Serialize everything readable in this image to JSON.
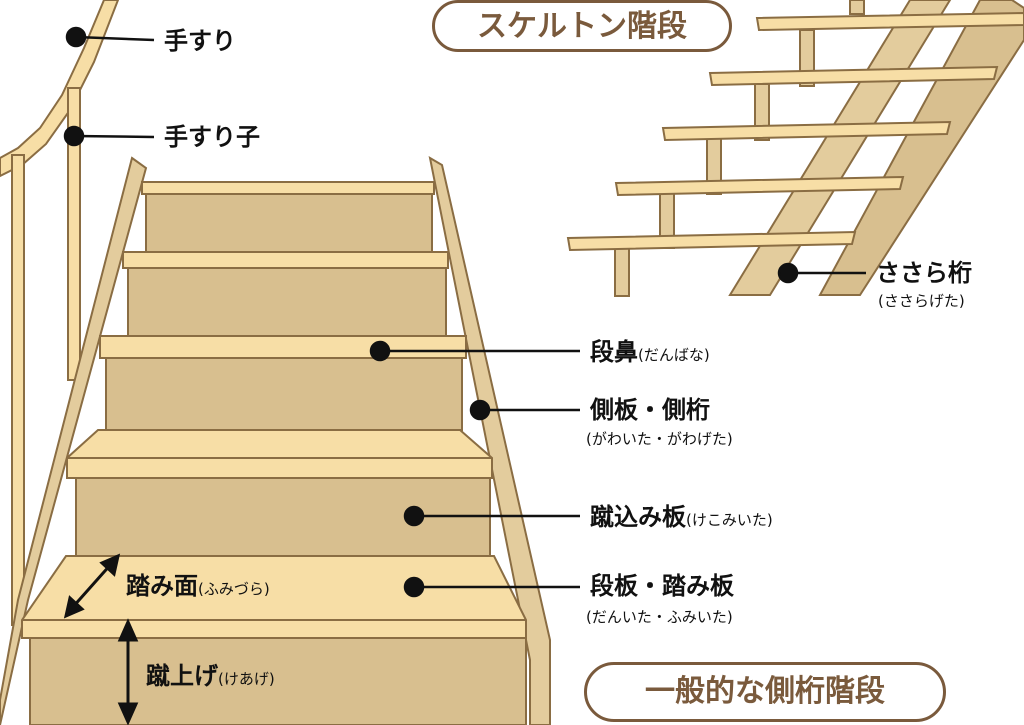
{
  "titles": {
    "skeleton": "スケルトン階段",
    "general": "一般的な側桁階段"
  },
  "labels": {
    "handrail": "手すり",
    "baluster": "手すり子",
    "sasara": {
      "main": "ささら桁",
      "reading": "(ささらげた)"
    },
    "nosing": {
      "main": "段鼻",
      "reading": "(だんばな)"
    },
    "stringer": {
      "main": "側板・側桁",
      "reading": "(がわいた・がわげた)"
    },
    "riser": {
      "main": "蹴込み板",
      "reading": "(けこみいた)"
    },
    "tread": {
      "main": "段板・踏み板",
      "reading": "(だんいた・ふみいた)"
    },
    "going": {
      "main": "踏み面",
      "reading": "(ふみづら)"
    },
    "rise": {
      "main": "蹴上げ",
      "reading": "(けあげ)"
    }
  },
  "colors": {
    "wood_light": "#f7dea6",
    "wood_mid": "#e3cc9d",
    "wood_dark": "#d8bf8f",
    "outline": "#8a6d43",
    "title_brown": "#7a5a3c"
  }
}
